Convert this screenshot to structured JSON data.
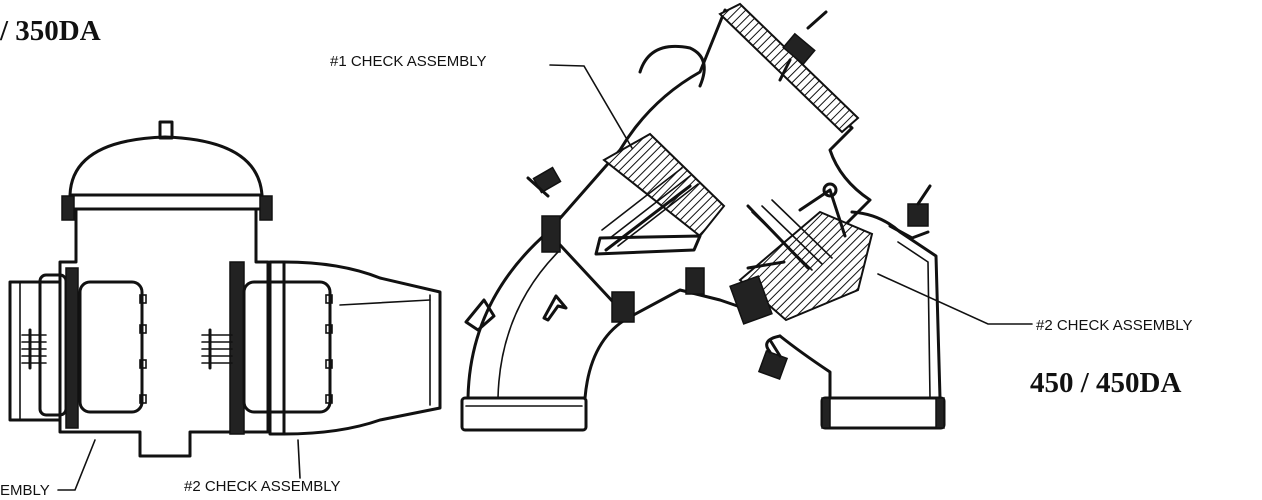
{
  "labels": {
    "left_model": "/ 350DA",
    "right_model": "450 / 450DA",
    "check1_top": "#1 CHECK ASSEMBLY",
    "check2_right": "#2 CHECK ASSEMBLY",
    "check2_bottom": "#2 CHECK ASSEMBLY",
    "check_bottom_left": "EMBLY"
  },
  "icons": {
    "flow": "flow-direction-arrow-icon"
  }
}
